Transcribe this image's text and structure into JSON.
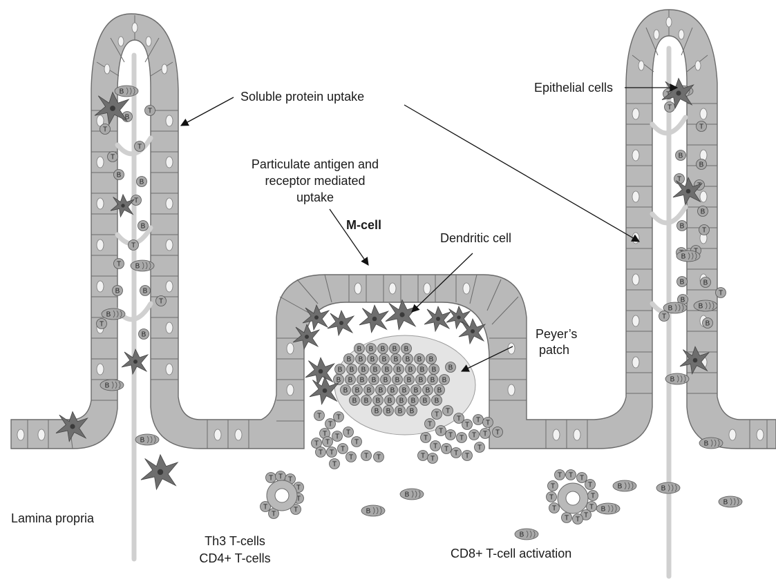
{
  "labels": {
    "soluble": "Soluble protein uptake",
    "epithelial": "Epithelial cells",
    "particulate_1": "Particulate antigen and",
    "particulate_2": "receptor mediated",
    "particulate_3": "uptake",
    "mcell": "M-cell",
    "dendritic": "Dendritic cell",
    "peyers_1": "Peyer’s",
    "peyers_2": "patch",
    "lamina": "Lamina propria",
    "th3_1": "Th3 T-cells",
    "th3_2": "CD4+ T-cells",
    "cd8": "CD8+ T-cell activation"
  },
  "cell_letters": {
    "b": "B",
    "t": "T"
  },
  "colors": {
    "epithelium": "#b9b9b9",
    "cell_outline": "#6a6a6a",
    "dendritic": "#6e6e6e",
    "patch": "#e4e4e4",
    "lymphocyte": "#a9a9a9",
    "vessel": "#d0d0d0"
  }
}
